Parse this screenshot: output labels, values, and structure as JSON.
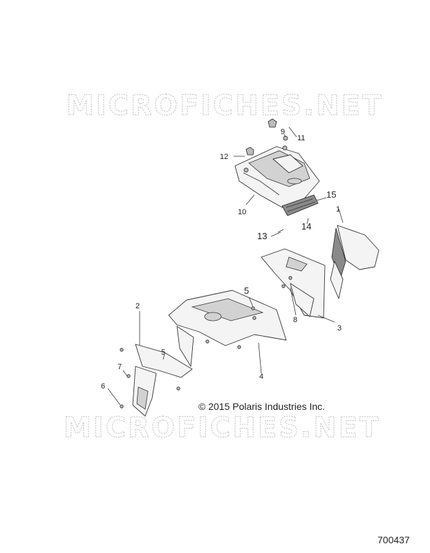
{
  "watermark": "MICROFICHES.NET",
  "copyright": "© 2015 Polaris Industries Inc.",
  "figure_number": "700437",
  "callouts": [
    "1",
    "2",
    "3",
    "4",
    "5",
    "5",
    "6",
    "7",
    "8",
    "9",
    "10",
    "11",
    "12",
    "13",
    "14",
    "15"
  ]
}
